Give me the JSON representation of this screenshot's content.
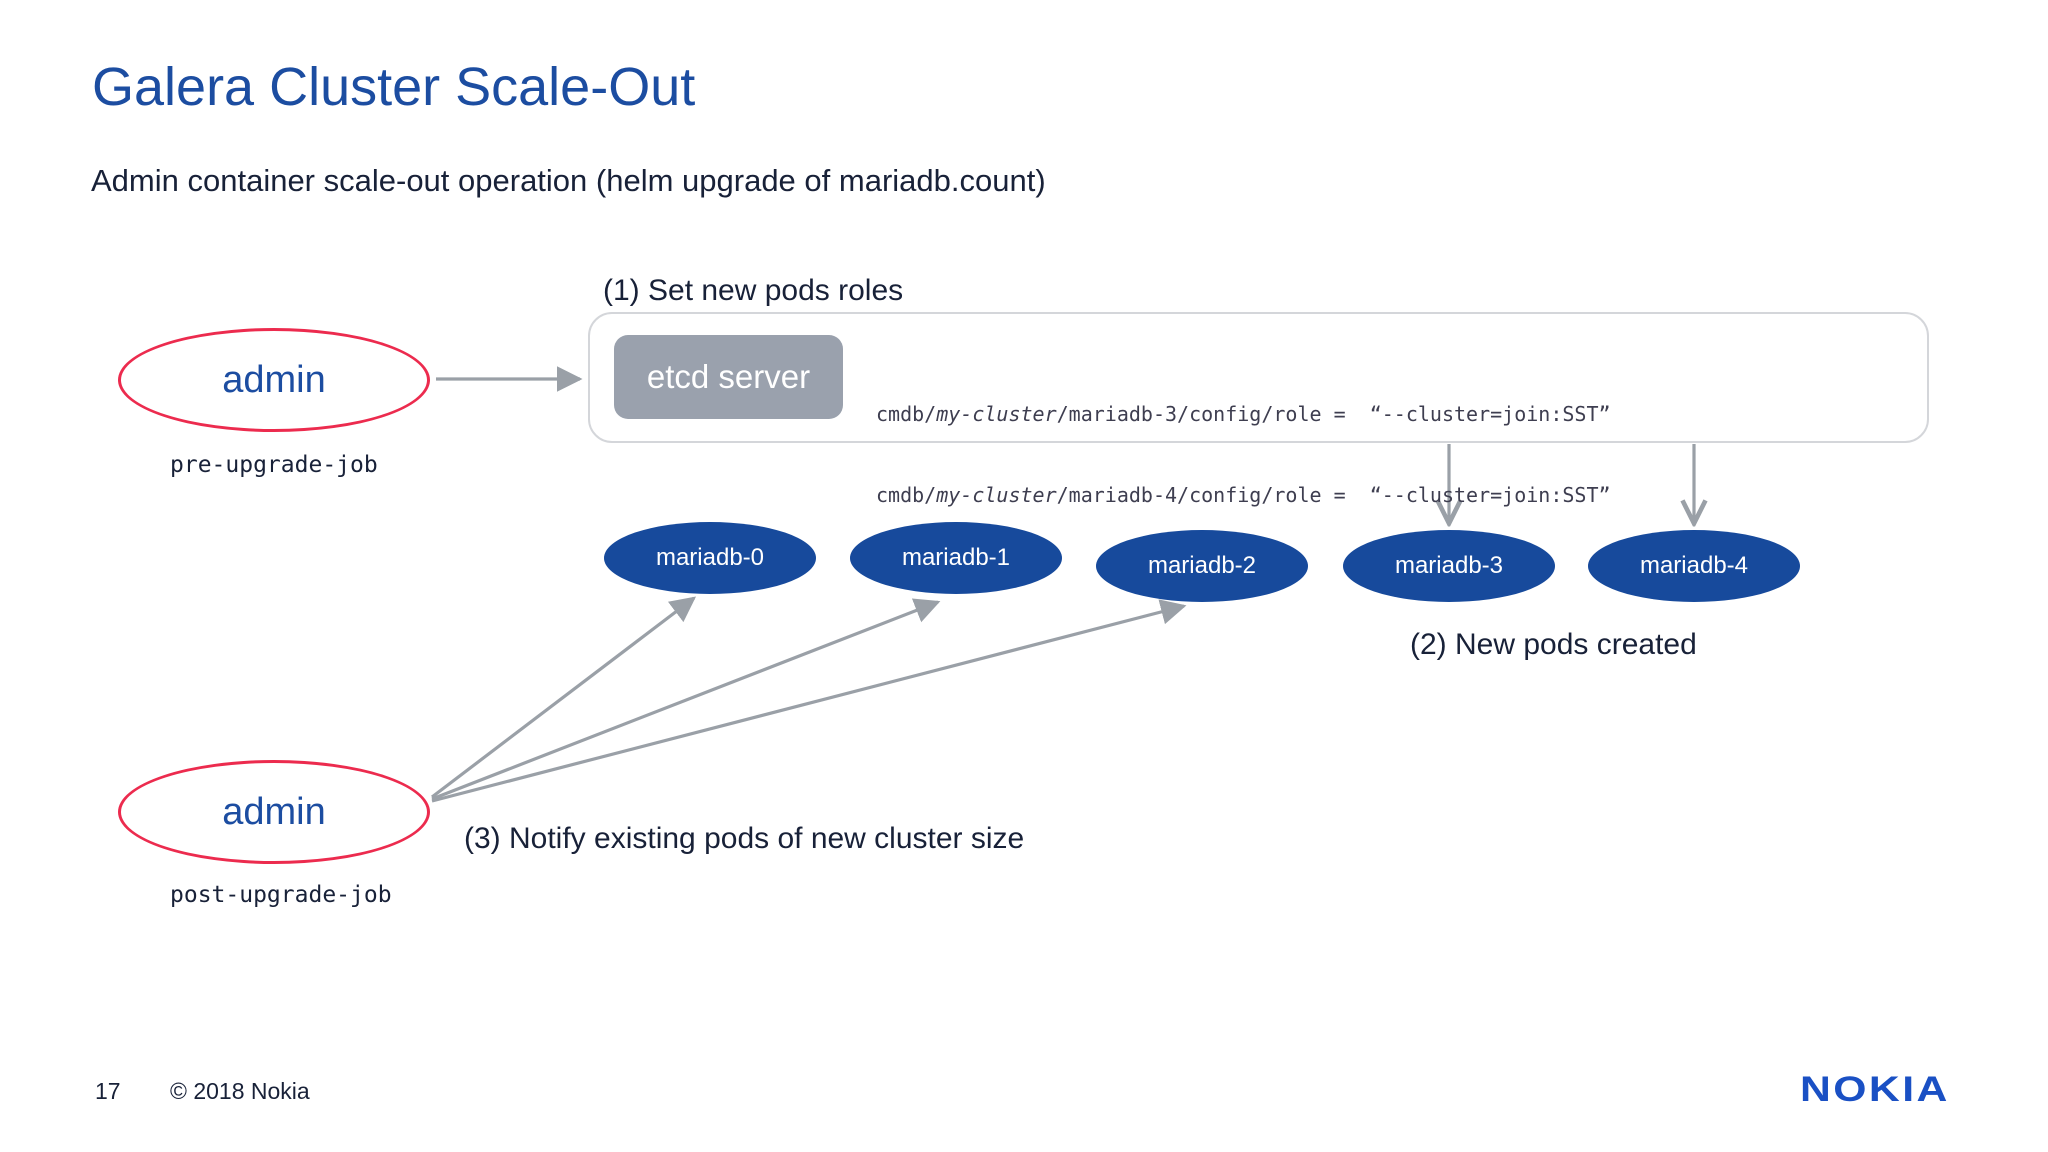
{
  "slide": {
    "title": "Galera Cluster Scale-Out",
    "subtitle": "Admin container scale-out operation (helm upgrade of mariadb.count)",
    "footer": {
      "page_number": "17",
      "copyright": "© 2018 Nokia"
    },
    "logo_text": "NOKIA"
  },
  "diagram": {
    "steps": {
      "step1": "(1) Set new pods roles",
      "step2": "(2) New pods created",
      "step3": "(3) Notify existing pods of new cluster size"
    },
    "admin_pre": {
      "label": "admin",
      "caption": "pre-upgrade-job"
    },
    "admin_post": {
      "label": "admin",
      "caption": "post-upgrade-job"
    },
    "etcd": {
      "label": "etcd server"
    },
    "code_lines": [
      {
        "pre": "cmdb/",
        "em": "my-cluster",
        "post": "/mariadb-3/config/role =  “--cluster=join:SST”"
      },
      {
        "pre": "cmdb/",
        "em": "my-cluster",
        "post": "/mariadb-4/config/role =  “--cluster=join:SST”"
      }
    ],
    "pods": [
      {
        "label": "mariadb-0"
      },
      {
        "label": "mariadb-1"
      },
      {
        "label": "mariadb-2"
      },
      {
        "label": "mariadb-3"
      },
      {
        "label": "mariadb-4"
      }
    ]
  },
  "theme": {
    "title-blue": "#1c4da1",
    "text-dark": "#182138",
    "code-gray": "#3e3e50",
    "pod-navy": "#174a9c",
    "pod-text": "#ffffff",
    "admin-red": "#ec2b4e",
    "etcd-gray": "#9aa1ad",
    "rect-border": "#d4d6da",
    "arrow-gray": "#9aa0a7",
    "logo-blue": "#1a50c4",
    "background": "#ffffff"
  }
}
